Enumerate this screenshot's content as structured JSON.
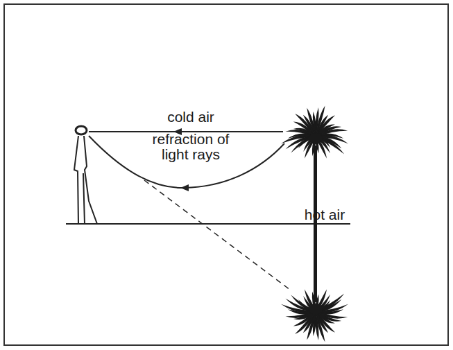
{
  "diagram": {
    "labels": [
      "cold air",
      "refraction of light rays",
      "hot air"
    ]
  }
}
